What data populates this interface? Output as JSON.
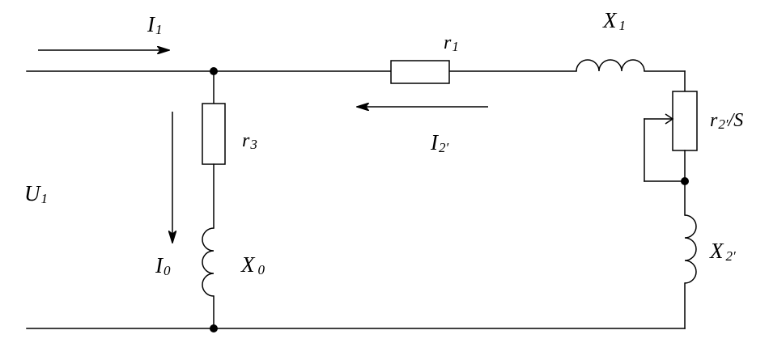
{
  "labels": {
    "I1": {
      "main": "I",
      "sub": "1"
    },
    "r1": {
      "main": "r",
      "sub": "1"
    },
    "X1": {
      "main": "X",
      "sub": "1"
    },
    "r2S": {
      "main": "r",
      "sub": "2′",
      "tail": "/S"
    },
    "r3": {
      "main": "r",
      "sub": "3"
    },
    "I2": {
      "main": "I",
      "sub": "2′"
    },
    "U1": {
      "main": "U",
      "sub": "1"
    },
    "I0": {
      "main": "I",
      "sub": "0"
    },
    "X0": {
      "main": "X",
      "sub": "0"
    },
    "X2": {
      "main": "X",
      "sub": "2′"
    }
  },
  "colors": {
    "line": "#000000",
    "background": "#ffffff"
  }
}
